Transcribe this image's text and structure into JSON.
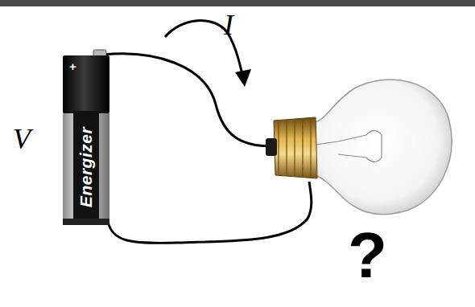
{
  "diagram": {
    "nodes": [
      {
        "text": [
          "+",
          "Energizer"
        ]
      }
    ],
    "labels": [
      "V",
      "I",
      "?"
    ]
  }
}
